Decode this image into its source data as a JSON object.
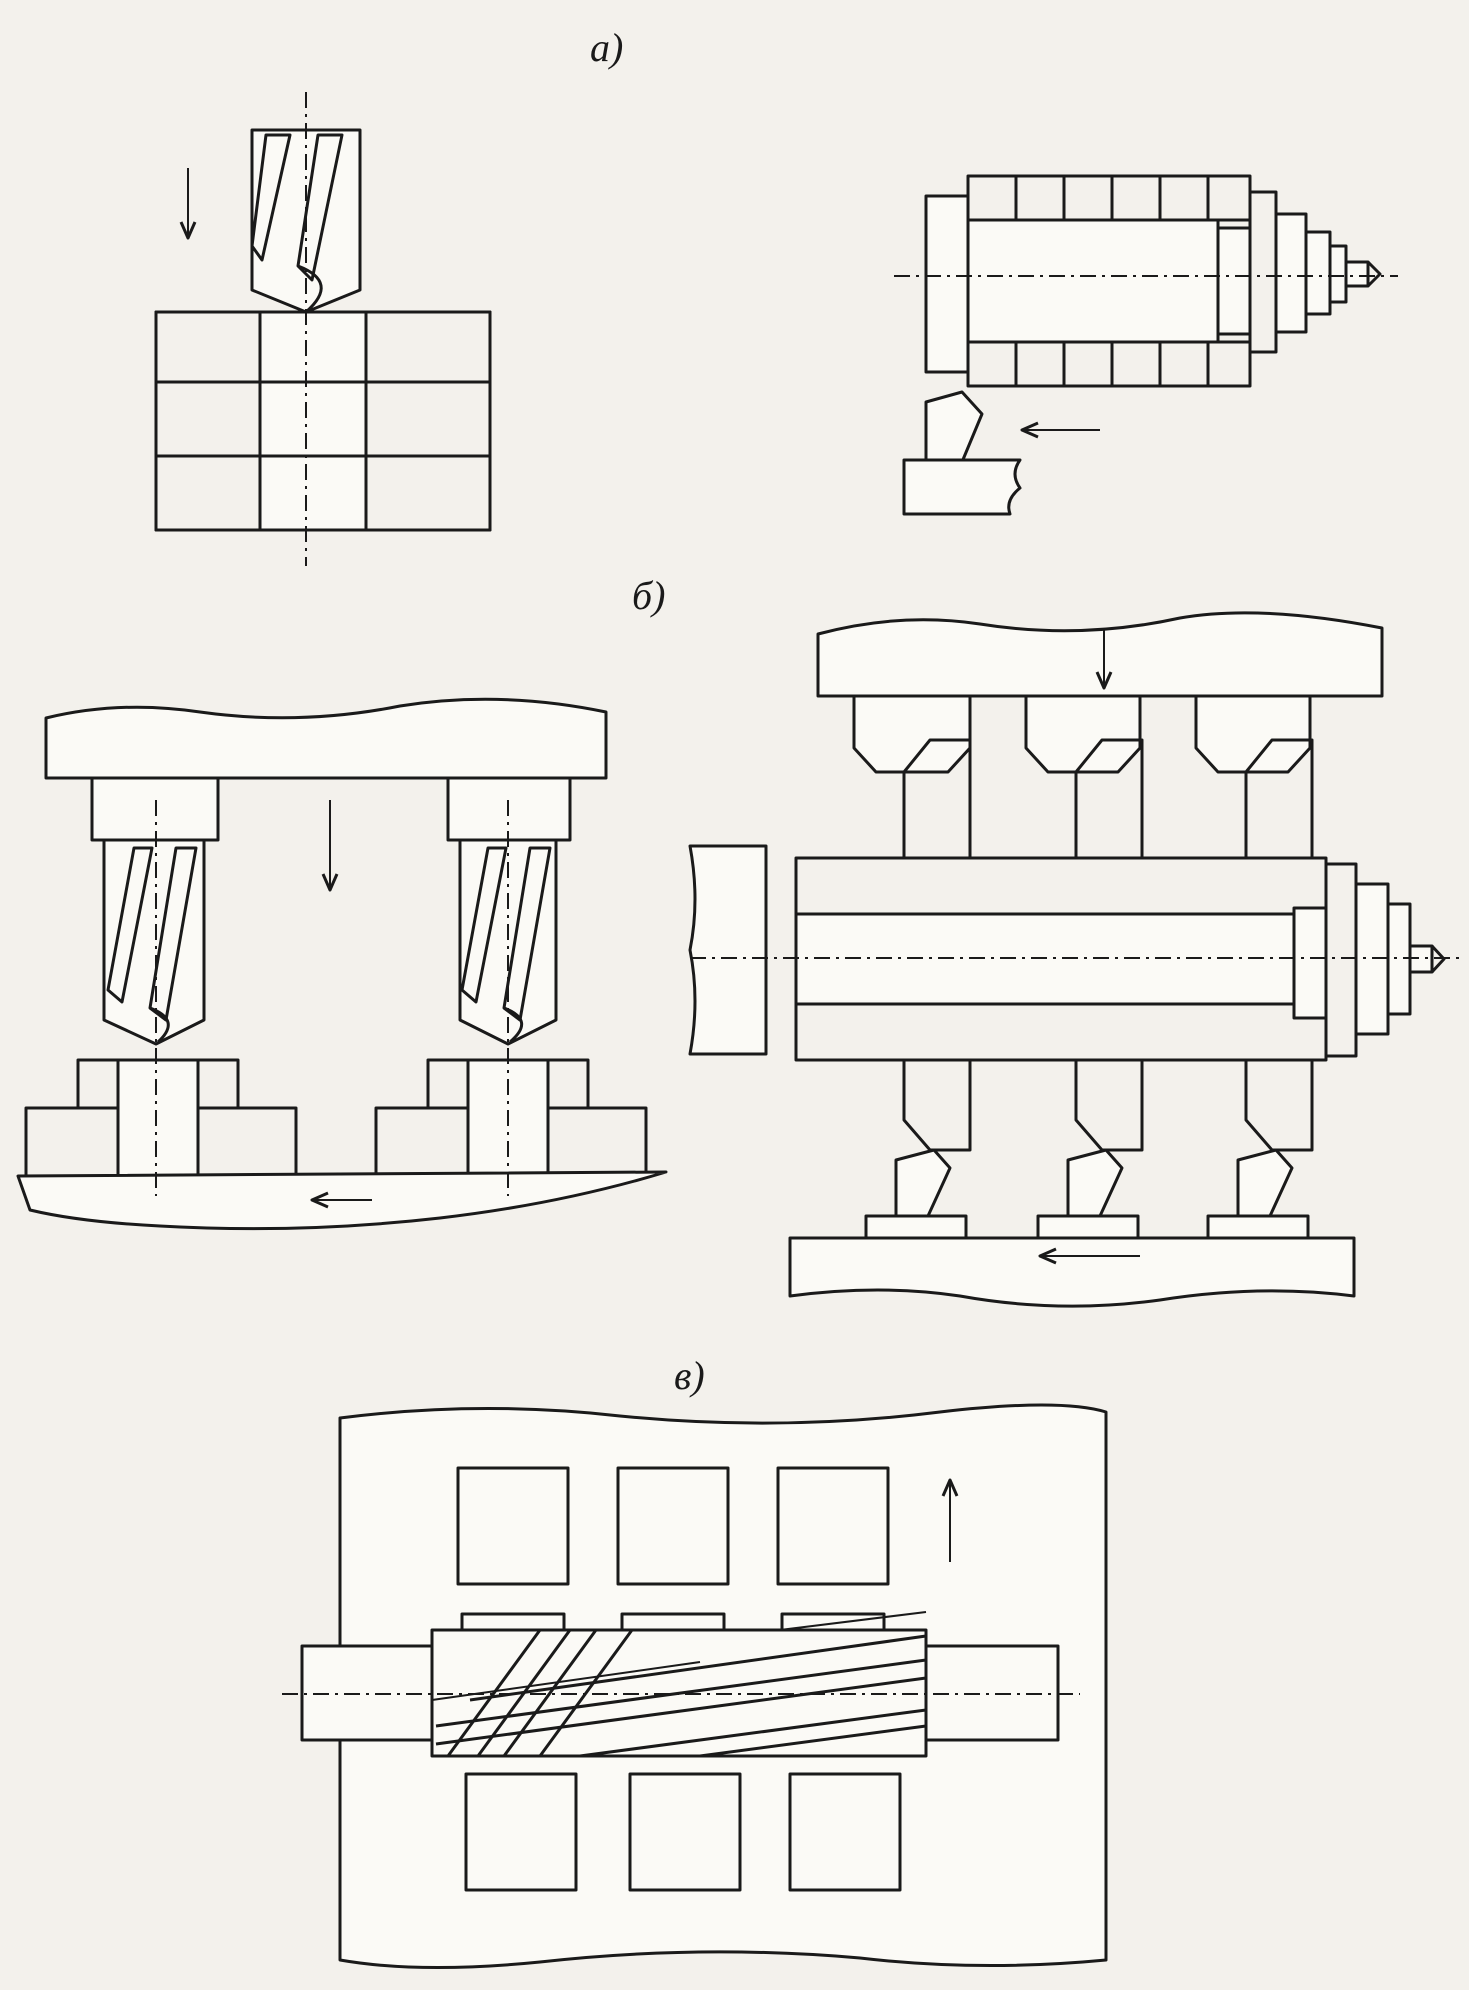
{
  "labels": {
    "a": "а)",
    "b": "б)",
    "c": "в)"
  },
  "colors": {
    "ink": "#1a1a1a",
    "paper": "#f3f1ec"
  }
}
